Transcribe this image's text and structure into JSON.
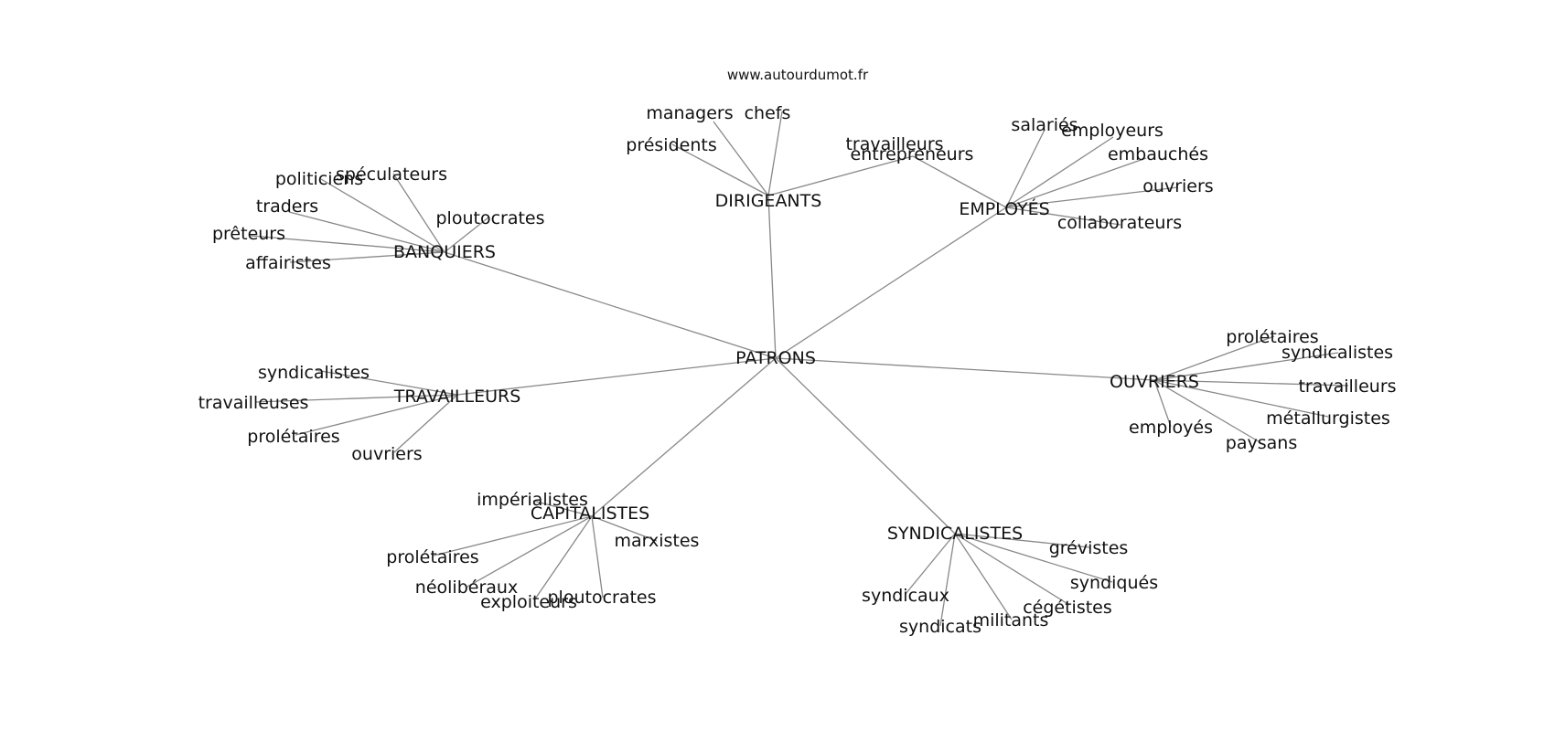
{
  "credit": "www.autourdumot.fr",
  "center": "PATRONS",
  "groups": [
    {
      "label": "DIRIGEANTS",
      "children": [
        "managers",
        "chefs",
        "présidents",
        "entrepreneurs"
      ]
    },
    {
      "label": "EMPLOYÉS",
      "children": [
        "travailleurs",
        "salariés",
        "employeurs",
        "embauchés",
        "ouvriers",
        "collaborateurs"
      ]
    },
    {
      "label": "BANQUIERS",
      "children": [
        "politiciens",
        "spéculateurs",
        "traders",
        "ploutocrates",
        "prêteurs",
        "affairistes"
      ]
    },
    {
      "label": "TRAVAILLEURS",
      "children": [
        "syndicalistes",
        "travailleuses",
        "prolétaires",
        "ouvriers"
      ]
    },
    {
      "label": "OUVRIERS",
      "children": [
        "prolétaires",
        "syndicalistes",
        "travailleurs",
        "métallurgistes",
        "employés",
        "paysans"
      ]
    },
    {
      "label": "CAPITALISTES",
      "children": [
        "impérialistes",
        "marxistes",
        "prolétaires",
        "néolibéraux",
        "exploiteurs",
        "ploutocrates"
      ]
    },
    {
      "label": "SYNDICALISTES",
      "children": [
        "grévistes",
        "syndiqués",
        "syndicaux",
        "cégétistes",
        "militants",
        "syndicats"
      ]
    }
  ]
}
